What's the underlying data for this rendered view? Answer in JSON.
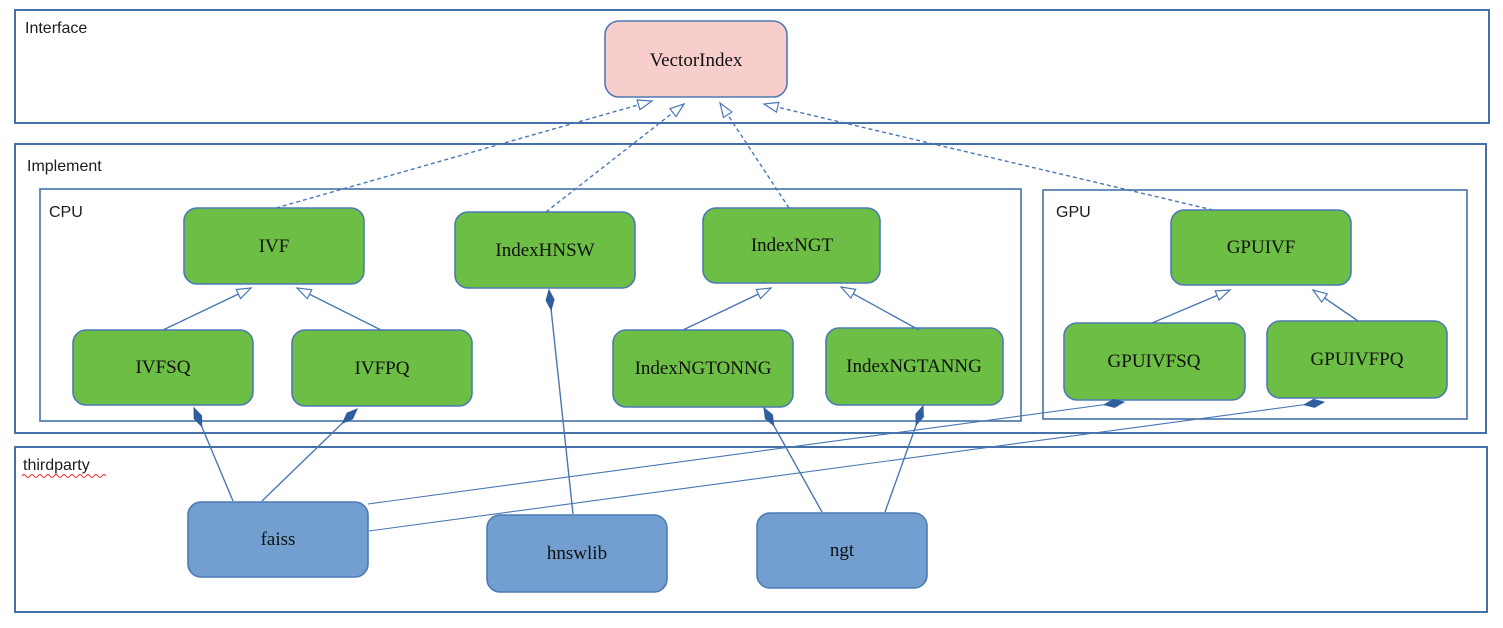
{
  "diagram": {
    "containers": {
      "interface": {
        "label": "Interface"
      },
      "implement": {
        "label": "Implement"
      },
      "cpu": {
        "label": "CPU"
      },
      "gpu": {
        "label": "GPU"
      },
      "thirdparty": {
        "label": "thirdparty"
      }
    },
    "nodes": {
      "vectorindex": {
        "label": "VectorIndex"
      },
      "ivf": {
        "label": "IVF"
      },
      "indexhnsw": {
        "label": "IndexHNSW"
      },
      "indexngt": {
        "label": "IndexNGT"
      },
      "gpuivf": {
        "label": "GPUIVF"
      },
      "ivfsq": {
        "label": "IVFSQ"
      },
      "ivfpq": {
        "label": "IVFPQ"
      },
      "indexngtonng": {
        "label": "IndexNGTONNG"
      },
      "indexngtanng": {
        "label": "IndexNGTANNG"
      },
      "gpuivfsq": {
        "label": "GPUIVFSQ"
      },
      "gpuivfpq": {
        "label": "GPUIVFPQ"
      },
      "faiss": {
        "label": "faiss"
      },
      "hnswlib": {
        "label": "hnswlib"
      },
      "ngt": {
        "label": "ngt"
      }
    },
    "edges": [
      {
        "from": "IVF",
        "to": "VectorIndex",
        "type": "dashed-realization"
      },
      {
        "from": "IndexHNSW",
        "to": "VectorIndex",
        "type": "dashed-realization"
      },
      {
        "from": "IndexNGT",
        "to": "VectorIndex",
        "type": "dashed-realization"
      },
      {
        "from": "GPUIVF",
        "to": "VectorIndex",
        "type": "dashed-realization"
      },
      {
        "from": "IVFSQ",
        "to": "IVF",
        "type": "generalization"
      },
      {
        "from": "IVFPQ",
        "to": "IVF",
        "type": "generalization"
      },
      {
        "from": "IndexNGTONNG",
        "to": "IndexNGT",
        "type": "generalization"
      },
      {
        "from": "IndexNGTANNG",
        "to": "IndexNGT",
        "type": "generalization"
      },
      {
        "from": "GPUIVFSQ",
        "to": "GPUIVF",
        "type": "generalization"
      },
      {
        "from": "GPUIVFPQ",
        "to": "GPUIVF",
        "type": "generalization"
      },
      {
        "from": "faiss",
        "to": "IVFSQ",
        "type": "composition"
      },
      {
        "from": "faiss",
        "to": "IVFPQ",
        "type": "composition"
      },
      {
        "from": "hnswlib",
        "to": "IndexHNSW",
        "type": "composition"
      },
      {
        "from": "ngt",
        "to": "IndexNGTONNG",
        "type": "composition"
      },
      {
        "from": "ngt",
        "to": "IndexNGTANNG",
        "type": "composition"
      },
      {
        "from": "faiss",
        "to": "GPUIVFSQ",
        "type": "composition"
      },
      {
        "from": "faiss",
        "to": "GPUIVFPQ",
        "type": "composition"
      }
    ],
    "colors": {
      "interface_node_fill": "#f8cecc",
      "implement_node_fill": "#6cbe45",
      "thirdparty_node_fill": "#729fcf",
      "node_border_blue": "#4d7ab5",
      "container_border_blue": "#4472a8",
      "connector_blue": "#4a77b4",
      "diamond_fill": "#2f5e9e",
      "spellcheck_red": "#e0352b"
    }
  }
}
